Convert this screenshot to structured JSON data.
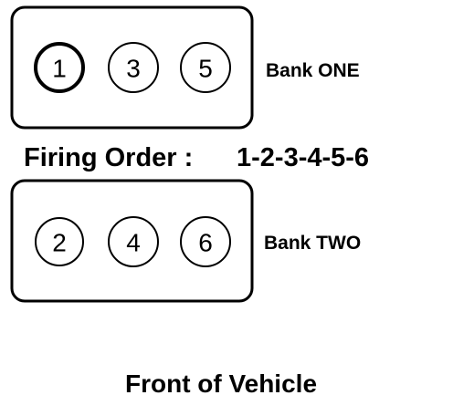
{
  "banks": [
    {
      "label": "Bank ONE",
      "cylinders": [
        {
          "number": "1",
          "highlighted": true
        },
        {
          "number": "3",
          "highlighted": false
        },
        {
          "number": "5",
          "highlighted": false
        }
      ]
    },
    {
      "label": "Bank TWO",
      "cylinders": [
        {
          "number": "2",
          "highlighted": false
        },
        {
          "number": "4",
          "highlighted": false
        },
        {
          "number": "6",
          "highlighted": false
        }
      ]
    }
  ],
  "firing_order": {
    "label": "Firing Order :",
    "value": "1-2-3-4-5-6"
  },
  "front_label": "Front of Vehicle",
  "colors": {
    "line": "#000000",
    "background": "#ffffff"
  }
}
